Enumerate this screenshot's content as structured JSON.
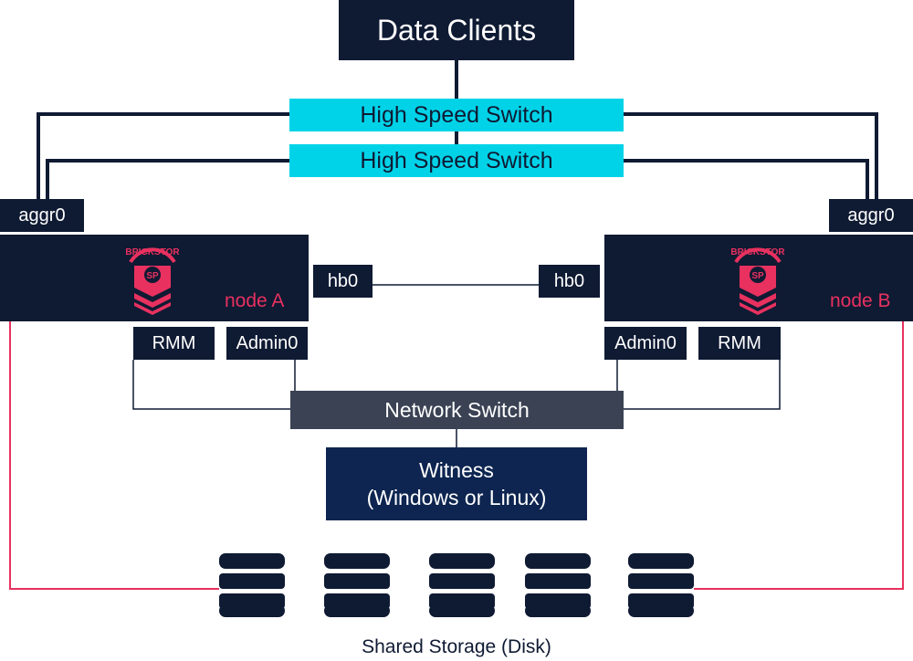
{
  "title": "Data Clients",
  "switches": {
    "high_speed_1": "High Speed Switch",
    "high_speed_2": "High Speed Switch",
    "network": "Network Switch"
  },
  "node_a": {
    "name": "node A",
    "logo_top": "BRICKSTOR",
    "logo_badge": "SP",
    "aggr": "aggr0",
    "hb": "hb0",
    "rmm": "RMM",
    "admin": "Admin0"
  },
  "node_b": {
    "name": "node B",
    "logo_top": "BRICKSTOR",
    "logo_badge": "SP",
    "aggr": "aggr0",
    "hb": "hb0",
    "rmm": "RMM",
    "admin": "Admin0"
  },
  "witness": {
    "line1": "Witness",
    "line2": "(Windows or Linux)"
  },
  "storage": {
    "label": "Shared Storage (Disk)",
    "disk_count": 5
  },
  "colors": {
    "dark": "#0f1a33",
    "cyan": "#00d3e8",
    "slate": "#3a4254",
    "navy": "#0d2550",
    "accent": "#e8315f"
  }
}
